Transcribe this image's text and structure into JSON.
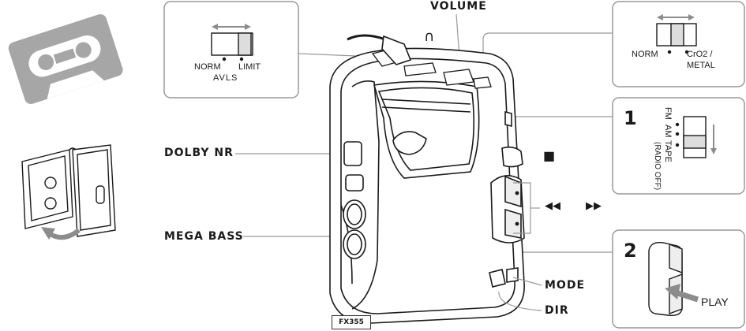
{
  "labels": {
    "volume": "VOLUME",
    "dolby_nr": "DOLBY NR",
    "mega_bass": "MEGA BASS",
    "mode": "MODE",
    "dir": "DIR",
    "model": "FX355"
  },
  "avls_box": {
    "norm": "NORM",
    "limit": "LIMIT",
    "avls": "AVLS"
  },
  "tape_box": {
    "norm": "NORM",
    "cro2": "CrO2 /",
    "metal": "METAL"
  },
  "band_box": {
    "step": "1",
    "fm": "FM",
    "am": "AM",
    "tape": "TAPE",
    "radio_off": "(RADIO OFF)"
  },
  "play_box": {
    "step": "2",
    "play": "PLAY"
  },
  "glyphs": {
    "stop": "■",
    "rewind": "◀◀",
    "ffwd": "▶▶",
    "headphone": "∩"
  },
  "colors": {
    "line": "#1a1a1a",
    "callout": "#999999",
    "cassette": "#a6a6a6",
    "arrow_gray": "#8c8c8c"
  }
}
